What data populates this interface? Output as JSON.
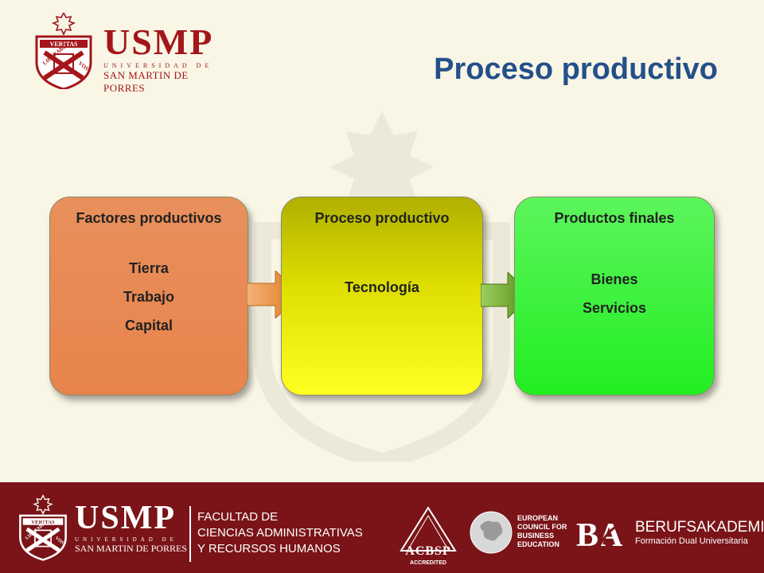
{
  "header": {
    "brand": {
      "name": "USMP",
      "subline": "UNIVERSIDAD DE",
      "full_name": "SAN MARTIN DE PORRES"
    },
    "shield_motto": [
      "VERITAS",
      "LIBERABIT",
      "VOS"
    ],
    "title": "Proceso productivo"
  },
  "diagram": {
    "boxes": [
      {
        "heading": "Factores productivos",
        "items": [
          "Tierra",
          "Trabajo",
          "Capital"
        ],
        "color": "#e8834c"
      },
      {
        "heading": "Proceso productivo",
        "items": [
          "Tecnología"
        ],
        "color": "#dede00"
      },
      {
        "heading": "Productos finales",
        "items": [
          "Bienes",
          "Servicios"
        ],
        "color": "#22ee22"
      }
    ],
    "arrows": [
      {
        "from": "Factores productivos",
        "to": "Proceso productivo",
        "color": "#e57a1e"
      },
      {
        "from": "Proceso productivo",
        "to": "Productos finales",
        "color": "#6aa020"
      }
    ]
  },
  "footer": {
    "brand": {
      "name": "USMP",
      "subline": "UNIVERSIDAD DE",
      "full_name": "SAN MARTIN DE PORRES"
    },
    "faculty": [
      "FACULTAD DE",
      "CIENCIAS ADMINISTRATIVAS",
      "Y RECURSOS HUMANOS"
    ],
    "acbsp": {
      "name": "ACBSP",
      "status": "ACCREDITED"
    },
    "eceb": [
      "EUROPEAN",
      "COUNCIL FOR",
      "BUSINESS",
      "EDUCATION"
    ],
    "ba": {
      "mark": "BA",
      "name": "BERUFSAKADEMIE",
      "tagline": "Formación Dual Universitaria"
    },
    "background_color": "#7a1418"
  },
  "colors": {
    "title": "#24508a",
    "brand_red": "#a4161a",
    "background": "#f9f6e6"
  }
}
